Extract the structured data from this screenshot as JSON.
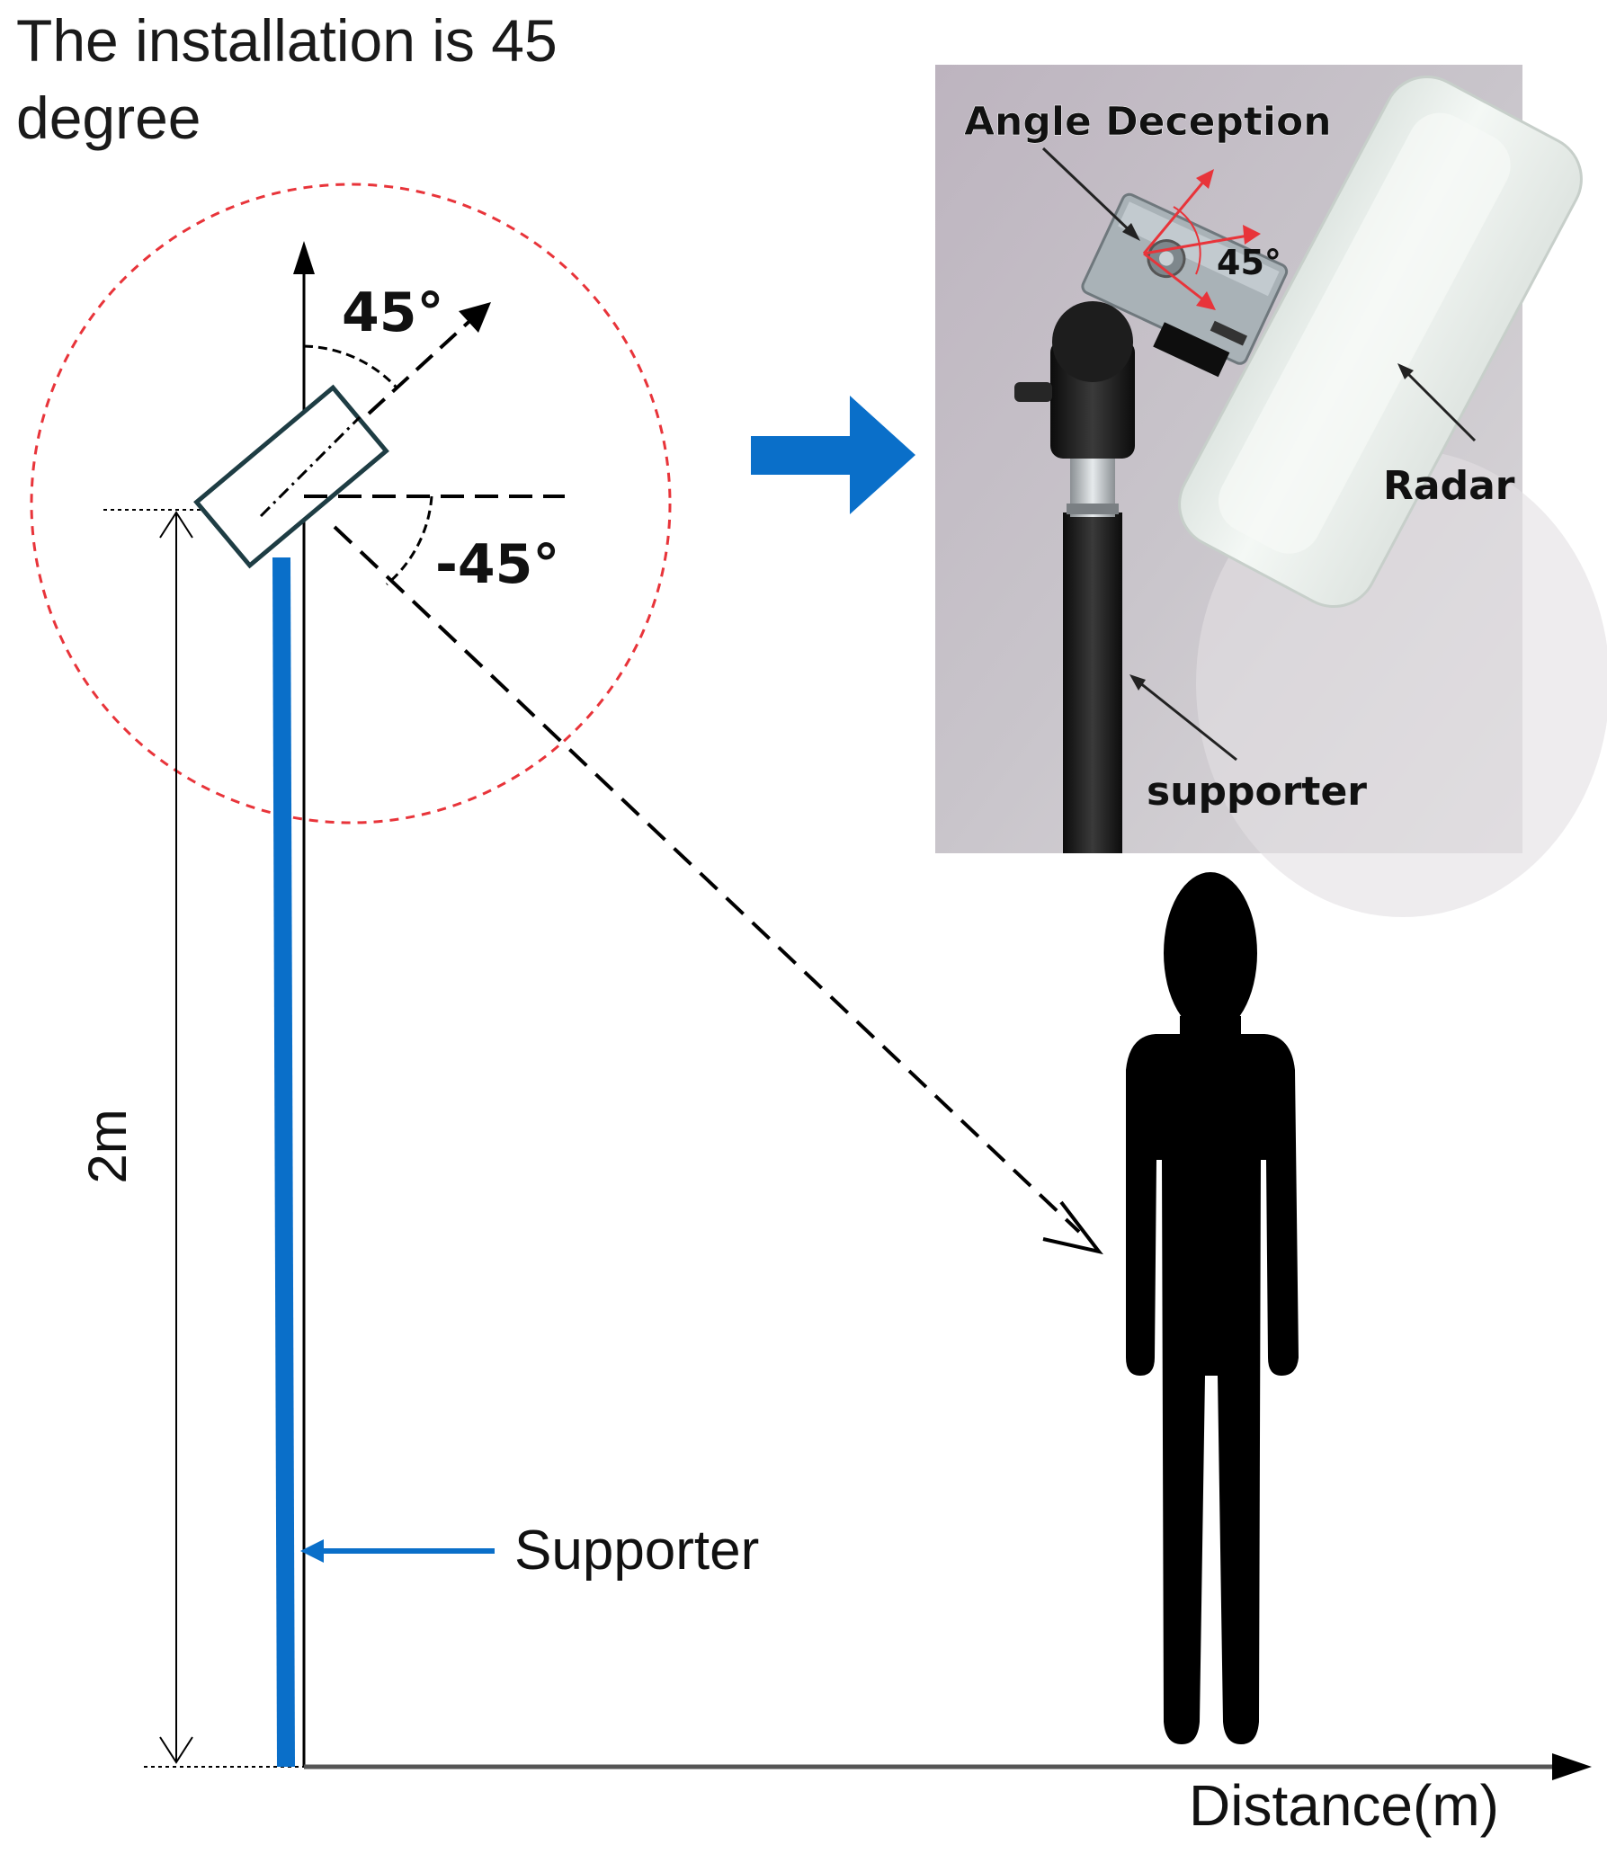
{
  "caption": {
    "line1": "The installation is 45",
    "line2": "degree"
  },
  "angles": {
    "up_label": "45°",
    "down_label": "-45°"
  },
  "height_label": "2m",
  "supporter_label": "Supporter",
  "axis_label": "Distance(m)",
  "photo": {
    "angle_label": "Angle Deception",
    "small_angle": "45°",
    "radar_label": "Radar",
    "supporter_label": "supporter"
  },
  "colors": {
    "accent_blue": "#0a6fc9",
    "red_circle": "#e8343a",
    "photo_background": "#bcb7bf"
  }
}
